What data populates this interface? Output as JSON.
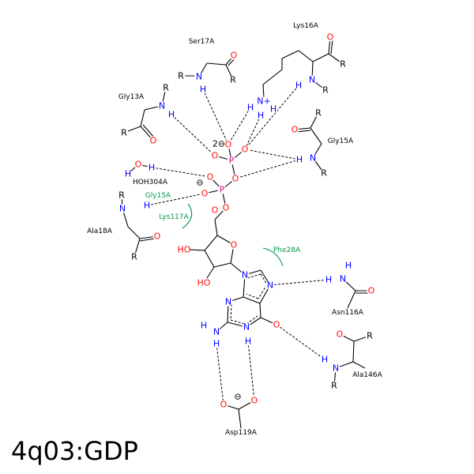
{
  "title": "4q03:GDP",
  "atom_symbols": {
    "O": "O",
    "N": "N",
    "H": "H",
    "R": "R",
    "P": "P",
    "Nplus": "N+",
    "OH": "HO",
    "charge": "⊖",
    "charge2": "2⊖"
  },
  "residues": {
    "ser17": "Ser17A",
    "lys16": "Lys16A",
    "gly13": "Gly13A",
    "gly15_right": "Gly15A",
    "hoh304": "HOH304A",
    "gly15_left": "Gly15A",
    "lys117": "Lys117A",
    "ala18": "Ala18A",
    "phe28": "Phe28A",
    "asn116": "Asn116A",
    "ala146": "Ala146A",
    "asp119": "Asp119A"
  },
  "colors": {
    "O": "#ff0d0d",
    "N": "#0000ff",
    "H": "#0000ff",
    "P": "#e6007e",
    "C": "#000000",
    "hydrophobic": "#00994d"
  }
}
